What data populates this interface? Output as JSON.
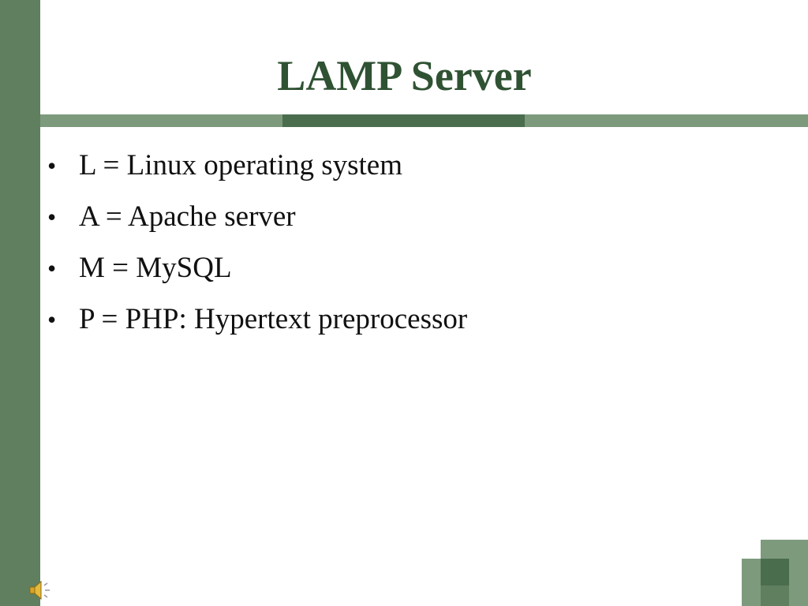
{
  "slide": {
    "title": "LAMP Server",
    "bullets": [
      {
        "marker": "•",
        "text": "L = Linux operating system"
      },
      {
        "marker": "•",
        "text": "A = Apache server"
      },
      {
        "marker": "•",
        "text": "M = MySQL"
      },
      {
        "marker": "•",
        "text": "P = PHP: Hypertext preprocessor"
      }
    ]
  },
  "colors": {
    "title": "#2f5233",
    "accent_light": "#7d9a7d",
    "accent_dark": "#4a6d4e",
    "sidebar": "#5f7f5f",
    "text": "#111111",
    "speaker": "#d9a528"
  },
  "icons": {
    "audio": "speaker-icon"
  }
}
